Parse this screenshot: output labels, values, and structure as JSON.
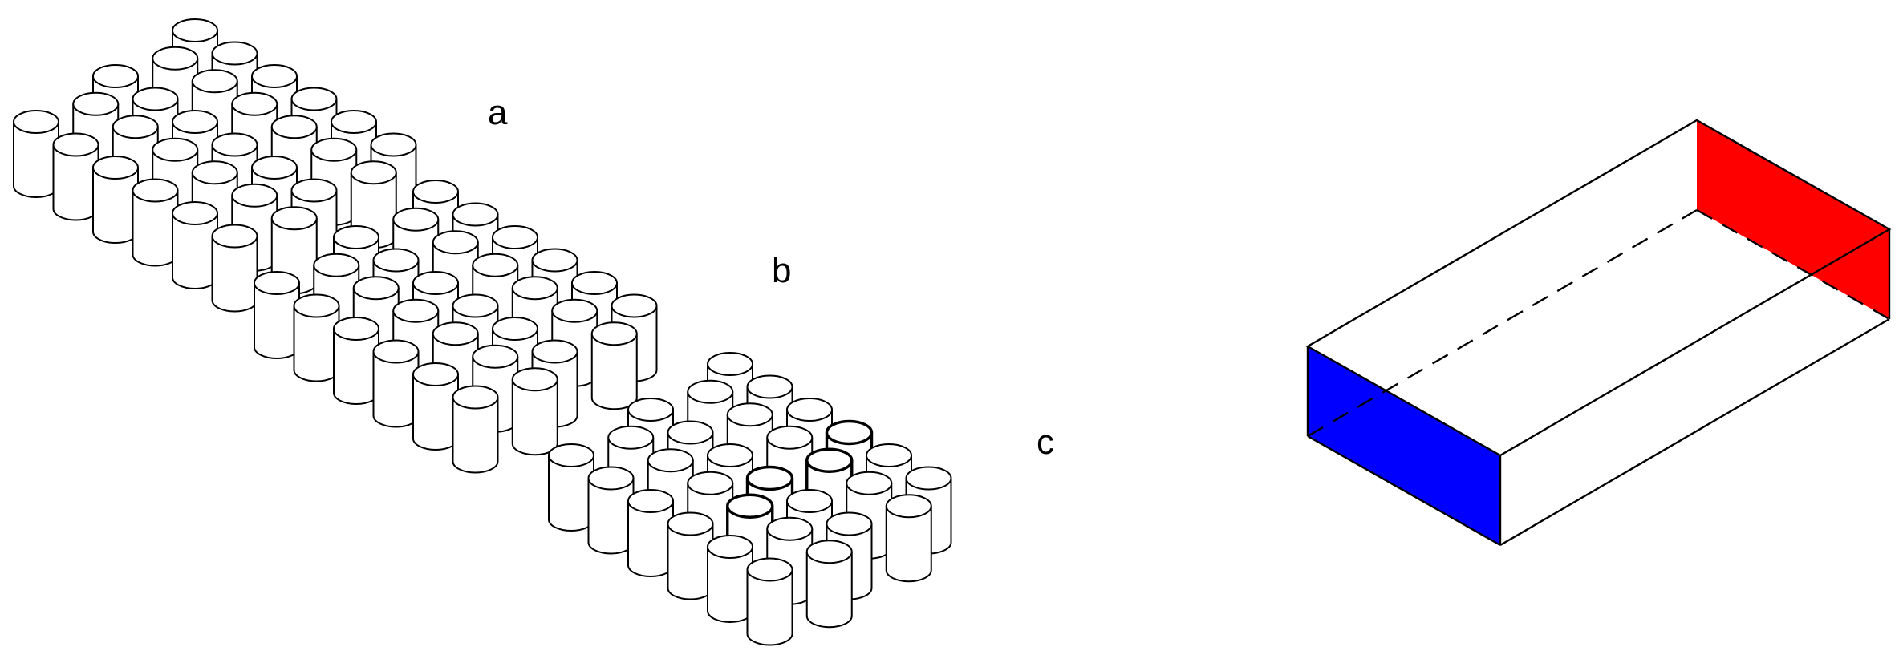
{
  "arrays": [
    {
      "id": "a",
      "label": "a",
      "highlighted": []
    },
    {
      "id": "b",
      "label": "b",
      "highlighted": []
    },
    {
      "id": "c",
      "label": "c",
      "highlighted": [
        [
          1,
          3
        ],
        [
          2,
          3
        ],
        [
          3,
          3
        ],
        [
          4,
          3
        ]
      ]
    }
  ],
  "array_grid": {
    "rows": 5,
    "cols": 6,
    "row_offset_mode": "staggered"
  },
  "box": {
    "left_face_color": "#0000FF",
    "right_face_color": "#FF0000",
    "edge_color": "#000000"
  }
}
